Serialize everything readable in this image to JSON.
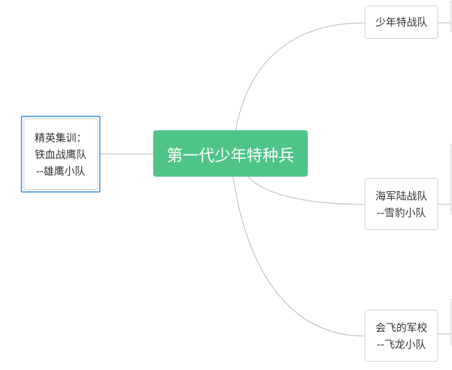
{
  "root": {
    "label": "第一代少年特种兵"
  },
  "left_branch": {
    "lines": [
      "精英集训：",
      "铁血战鹰队",
      "--雄鹰小队"
    ]
  },
  "right_branches": [
    {
      "lines": [
        "少年特战队"
      ]
    },
    {
      "lines": [
        "海军陆战队",
        "--雪豹小队"
      ]
    },
    {
      "lines": [
        "会飞的军校",
        "--飞龙小队"
      ]
    }
  ],
  "colors": {
    "root_fill": "#4fc489",
    "selection_border": "#62a8e0",
    "node_border": "#cfcfcf",
    "connector": "#b5b5b5"
  }
}
